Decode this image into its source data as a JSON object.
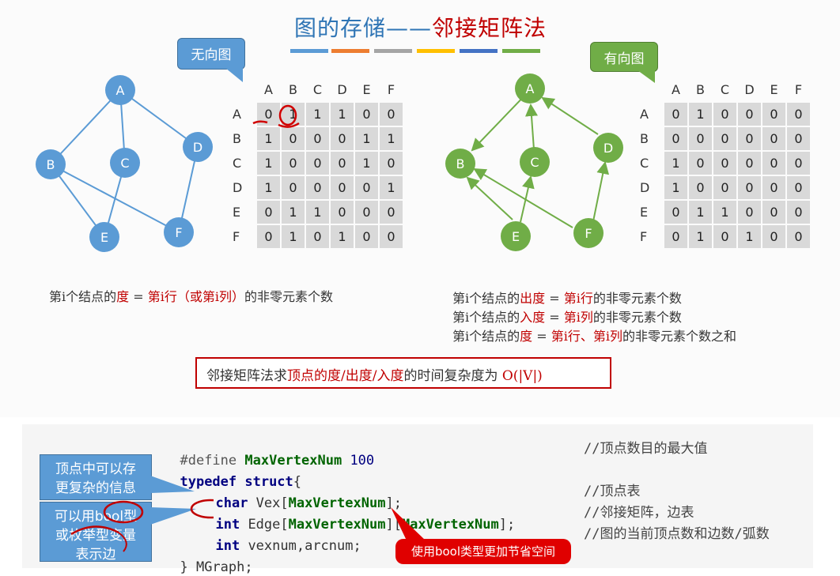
{
  "title": {
    "prefix": "图的存储——",
    "highlight": "邻接矩阵法"
  },
  "undirected": {
    "label": "无向图",
    "nodes": [
      "A",
      "B",
      "C",
      "D",
      "E",
      "F"
    ],
    "headers": [
      "A",
      "B",
      "C",
      "D",
      "E",
      "F"
    ],
    "rows": [
      {
        "name": "A",
        "cells": [
          "0",
          "1",
          "1",
          "1",
          "0",
          "0"
        ]
      },
      {
        "name": "B",
        "cells": [
          "1",
          "0",
          "0",
          "0",
          "1",
          "1"
        ]
      },
      {
        "name": "C",
        "cells": [
          "1",
          "0",
          "0",
          "0",
          "1",
          "0"
        ]
      },
      {
        "name": "D",
        "cells": [
          "1",
          "0",
          "0",
          "0",
          "0",
          "1"
        ]
      },
      {
        "name": "E",
        "cells": [
          "0",
          "1",
          "1",
          "0",
          "0",
          "0"
        ]
      },
      {
        "name": "F",
        "cells": [
          "0",
          "1",
          "0",
          "1",
          "0",
          "0"
        ]
      }
    ],
    "note": {
      "p1": "第i个结点的",
      "p2": "度",
      "p3": " = ",
      "p4": "第i行（或第i列）",
      "p5": "的非零元素个数"
    }
  },
  "directed": {
    "label": "有向图",
    "nodes": [
      "A",
      "B",
      "C",
      "D",
      "E",
      "F"
    ],
    "headers": [
      "A",
      "B",
      "C",
      "D",
      "E",
      "F"
    ],
    "rows": [
      {
        "name": "A",
        "cells": [
          "0",
          "1",
          "0",
          "0",
          "0",
          "0"
        ]
      },
      {
        "name": "B",
        "cells": [
          "0",
          "0",
          "0",
          "0",
          "0",
          "0"
        ]
      },
      {
        "name": "C",
        "cells": [
          "1",
          "0",
          "0",
          "0",
          "0",
          "0"
        ]
      },
      {
        "name": "D",
        "cells": [
          "1",
          "0",
          "0",
          "0",
          "0",
          "0"
        ]
      },
      {
        "name": "E",
        "cells": [
          "0",
          "1",
          "1",
          "0",
          "0",
          "0"
        ]
      },
      {
        "name": "F",
        "cells": [
          "0",
          "1",
          "0",
          "1",
          "0",
          "0"
        ]
      }
    ],
    "note1": {
      "p1": "第i个结点的",
      "p2": "出度",
      "p3": " = ",
      "p4": "第i行",
      "p5": "的非零元素个数"
    },
    "note2": {
      "p1": "第i个结点的",
      "p2": "入度",
      "p3": " = ",
      "p4": "第i列",
      "p5": "的非零元素个数"
    },
    "note3": {
      "p1": "第i个结点的",
      "p2": "度",
      "p3": " = ",
      "p4": "第i行、第i列",
      "p5": "的非零元素个数之和"
    }
  },
  "box_note": {
    "p1": "邻接矩阵法求",
    "p2": "顶点的度/出度/入度",
    "p3": "的时间复杂度为 ",
    "p4": "O(|V|)"
  },
  "code": {
    "line1": {
      "kw": "#define ",
      "id": "MaxVertexNum ",
      "num": "100",
      "comment": "//顶点数目的最大值"
    },
    "line2": {
      "kw": "typedef struct",
      "rest": "{"
    },
    "line3": {
      "kw": "char ",
      "plain": "Vex[",
      "id": "MaxVertexNum",
      "tail": "];",
      "comment": "//顶点表"
    },
    "line4": {
      "kw": "int ",
      "plain": "Edge[",
      "id": "MaxVertexNum",
      "mid": "][",
      "id2": "MaxVertexNum",
      "tail": "];",
      "comment": "//邻接矩阵，边表"
    },
    "line5": {
      "kw": "int ",
      "plain": "vexnum,arcnum;",
      "comment": "//图的当前顶点数和边数/弧数"
    },
    "line6": {
      "plain": "} MGraph;"
    }
  },
  "callouts": {
    "store_info": "顶点中可以存\n更复杂的信息",
    "bool_type_l1": "可以用bool型",
    "bool_type_l2": "或枚举型变量",
    "bool_type_l3": "表示边",
    "save_space": "使用bool类型更加节省空间"
  },
  "colors": {
    "blue_node": "#5b9bd5",
    "green_node": "#70ad47",
    "accent_red": "#c00000",
    "title_blue": "#2f75b5"
  }
}
